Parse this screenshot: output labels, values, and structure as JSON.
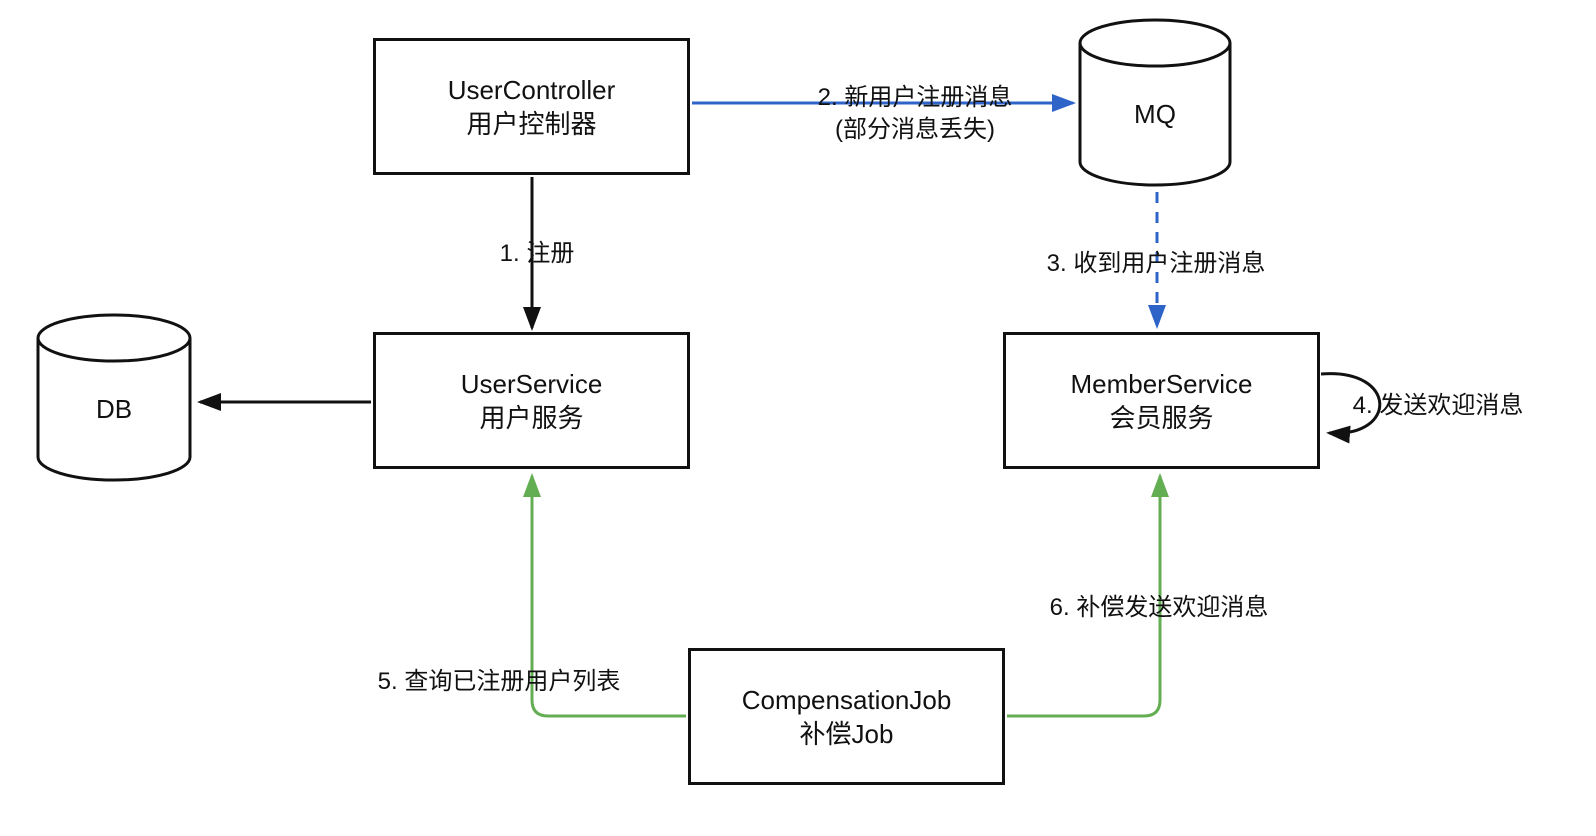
{
  "diagram": {
    "nodes": {
      "user_controller": {
        "line1": "UserController",
        "line2": "用户控制器"
      },
      "user_service": {
        "line1": "UserService",
        "line2": "用户服务"
      },
      "member_service": {
        "line1": "MemberService",
        "line2": "会员服务"
      },
      "compensation_job": {
        "line1": "CompensationJob",
        "line2": "补偿Job"
      },
      "mq": {
        "label": "MQ"
      },
      "db": {
        "label": "DB"
      }
    },
    "edges": {
      "register": {
        "label": "1. 注册",
        "from": "UserController",
        "to": "UserService",
        "style": "solid-black"
      },
      "new_user_message": {
        "label_line1": "2. 新用户注册消息",
        "label_line2": "(部分消息丢失)",
        "from": "UserController",
        "to": "MQ",
        "style": "solid-blue"
      },
      "receive_message": {
        "label": "3. 收到用户注册消息",
        "from": "MQ",
        "to": "MemberService",
        "style": "dashed-blue"
      },
      "send_welcome": {
        "label": "4. 发送欢迎消息",
        "from": "MemberService",
        "to": "MemberService",
        "style": "solid-black-loop"
      },
      "query_registered_users": {
        "label": "5. 查询已注册用户列表",
        "from": "CompensationJob",
        "to": "UserService",
        "style": "solid-green"
      },
      "compensate_welcome": {
        "label": "6. 补偿发送欢迎消息",
        "from": "CompensationJob",
        "to": "MemberService",
        "style": "solid-green"
      },
      "db_write": {
        "label": "",
        "from": "UserService",
        "to": "DB",
        "style": "solid-black"
      }
    },
    "colors": {
      "line_black": "#111111",
      "line_blue": "#2e63c8",
      "line_green": "#63ad52",
      "background": "#ffffff"
    }
  }
}
